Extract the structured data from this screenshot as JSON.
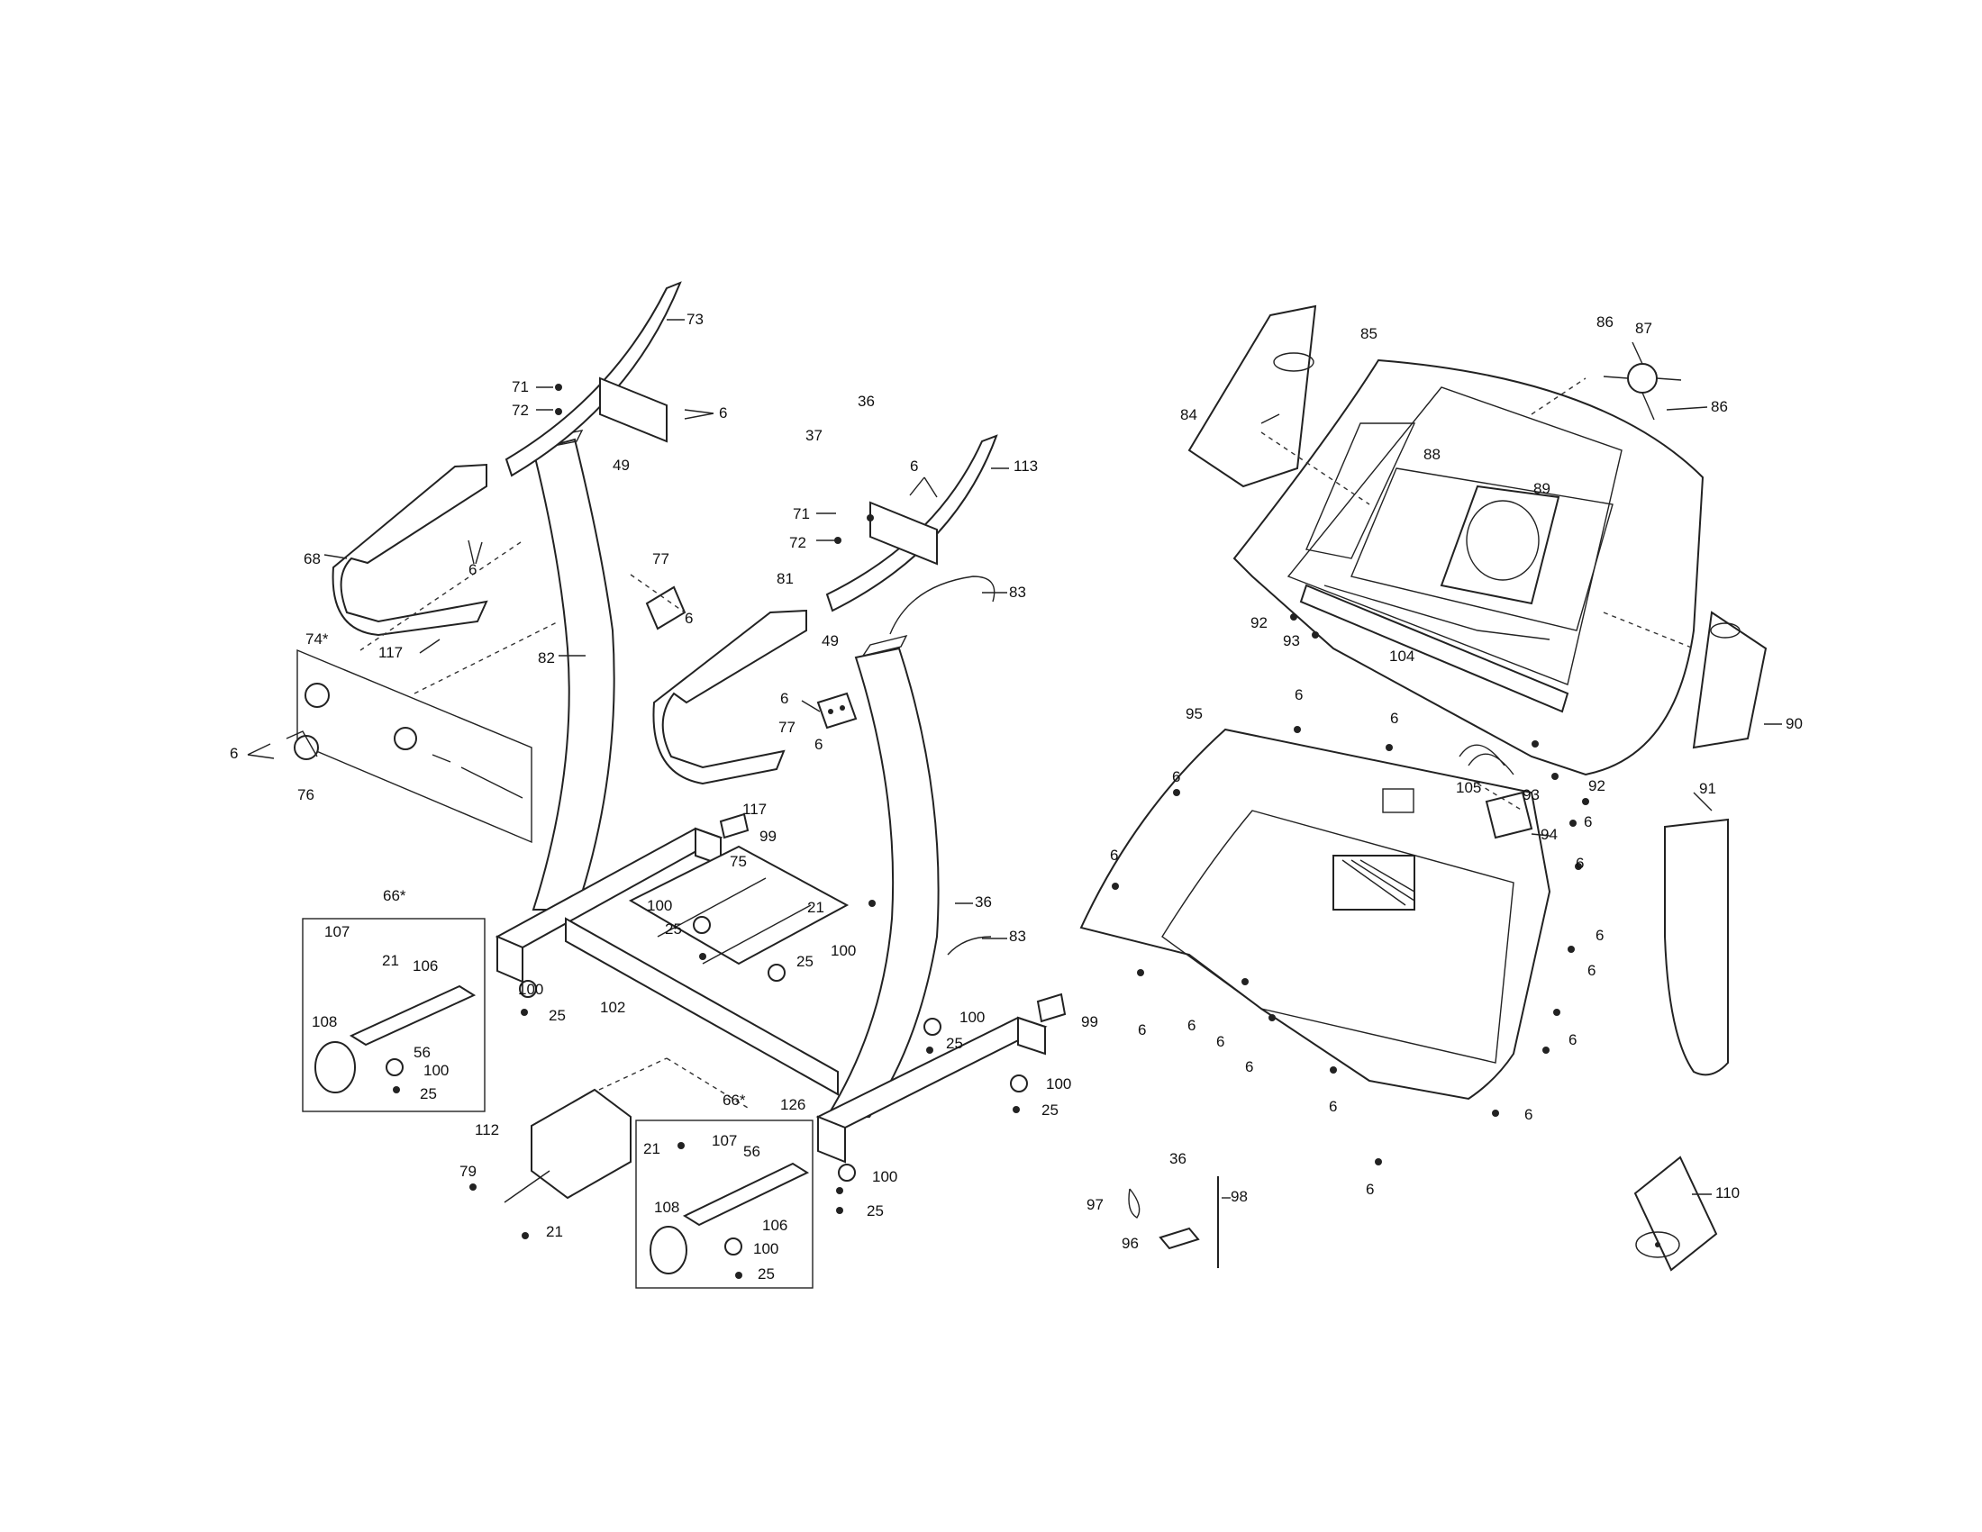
{
  "callouts": {
    "c6": "6",
    "c21": "21",
    "c25": "25",
    "c36": "36",
    "c37": "37",
    "c49": "49",
    "c56": "56",
    "c66": "66*",
    "c68": "68",
    "c71": "71",
    "c72": "72",
    "c73": "73",
    "c74": "74*",
    "c75": "75",
    "c76": "76",
    "c77": "77",
    "c79": "79",
    "c81": "81",
    "c82": "82",
    "c83": "83",
    "c84": "84",
    "c85": "85",
    "c86": "86",
    "c87": "87",
    "c88": "88",
    "c89": "89",
    "c90": "90",
    "c91": "91",
    "c92": "92",
    "c93": "93",
    "c94": "94",
    "c95": "95",
    "c96": "96",
    "c97": "97",
    "c98": "98",
    "c99": "99",
    "c100": "100",
    "c102": "102",
    "c104": "104",
    "c105": "105",
    "c106": "106",
    "c107": "107",
    "c108": "108",
    "c110": "110",
    "c112": "112",
    "c113": "113",
    "c117": "117",
    "c126": "126"
  }
}
